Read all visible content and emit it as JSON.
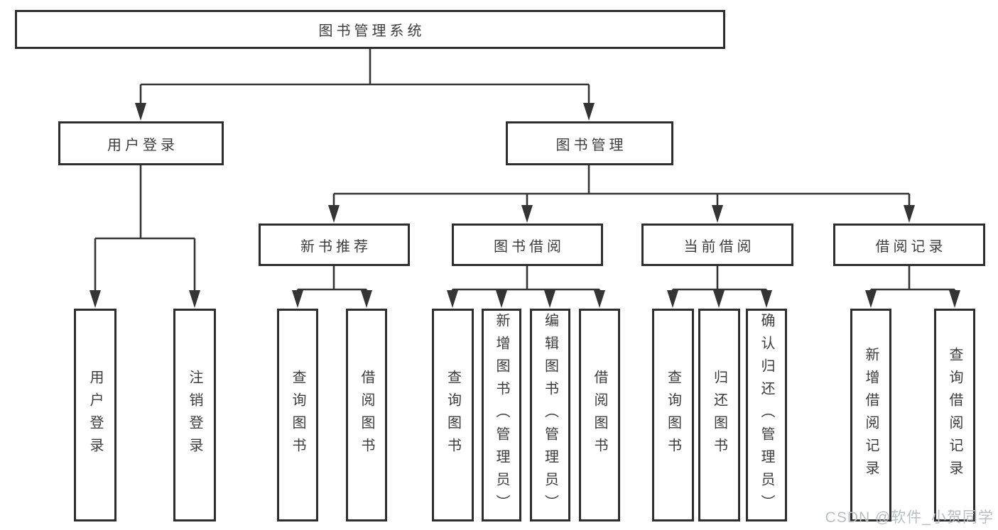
{
  "diagram": {
    "watermark": "CSDN @软件_小贺同学",
    "colors": {
      "line": "#343434",
      "border": "#2e2e2e",
      "text": "#3c3c3c",
      "background": "#ffffff",
      "watermark": "#b9bdc6"
    },
    "nodes": {
      "root": {
        "label": "图书管理系统"
      },
      "user_login": {
        "label": "用户登录",
        "children": [
          {
            "label": "用户登录"
          },
          {
            "label": "注销登录"
          }
        ]
      },
      "book_mgmt": {
        "label": "图书管理"
      },
      "new_book": {
        "label": "新书推荐",
        "children": [
          {
            "label": "查询图书"
          },
          {
            "label": "借阅图书"
          }
        ]
      },
      "book_borrow": {
        "label": "图书借阅",
        "children": [
          {
            "label": "查询图书"
          },
          {
            "label": "新增图书（管理员）"
          },
          {
            "label": "编辑图书（管理员）"
          },
          {
            "label": "借阅图书"
          }
        ]
      },
      "current_borrow": {
        "label": "当前借阅",
        "children": [
          {
            "label": "查询图书"
          },
          {
            "label": "归还图书"
          },
          {
            "label": "确认归还（管理员）"
          }
        ]
      },
      "borrow_record": {
        "label": "借阅记录",
        "children": [
          {
            "label": "新增借阅记录"
          },
          {
            "label": "查询借阅记录"
          }
        ]
      }
    }
  }
}
